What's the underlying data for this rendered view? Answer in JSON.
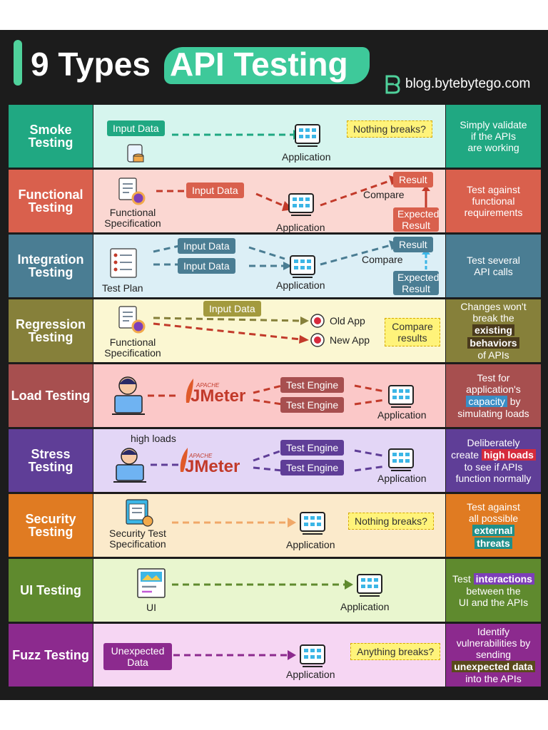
{
  "header": {
    "title_prefix": "9 Types",
    "title_highlight": "API Testing",
    "brand": "blog.bytebytego.com"
  },
  "colors": {
    "smoke": "#20a882",
    "functional": "#d9604d",
    "integration": "#4a7d93",
    "regression": "#86803a",
    "load": "#a74f4f",
    "stress": "#5f3e97",
    "security": "#e07b22",
    "ui": "#5f8a2e",
    "fuzz": "#8c2a8e"
  },
  "rows": [
    {
      "name": "Smoke Testing",
      "desc": [
        "Simply validate",
        "if the APIs",
        "are working"
      ],
      "input": "Input Data",
      "app": "Application",
      "note": "Nothing breaks?"
    },
    {
      "name": "Functional Testing",
      "desc": [
        "Test against",
        "functional",
        "requirements"
      ],
      "spec": "Functional Specification",
      "input": "Input Data",
      "app": "Application",
      "compare": "Compare",
      "result": "Result",
      "expected": "Expected Result"
    },
    {
      "name": "Integration Testing",
      "desc": [
        "Test several",
        "API calls"
      ],
      "plan": "Test Plan",
      "input1": "Input Data",
      "input2": "Input Data",
      "app": "Application",
      "compare": "Compare",
      "result": "Result",
      "expected": "Expected Result"
    },
    {
      "name": "Regression Testing",
      "desc_pre": [
        "Changes won't",
        "break the"
      ],
      "desc_hl": [
        "existing",
        "behaviors"
      ],
      "desc_post": "of APIs",
      "spec": "Functional Specification",
      "input": "Input Data",
      "old_app": "Old App",
      "new_app": "New App",
      "note": "Compare results"
    },
    {
      "name": "Load Testing",
      "desc_pre": [
        "Test for",
        "application's"
      ],
      "desc_hl": "capacity",
      "desc_hl_after": "by",
      "desc_post": "simulating loads",
      "tool": "JMeter",
      "tool_small": "APACHE",
      "engine1": "Test Engine",
      "engine2": "Test Engine",
      "app": "Application"
    },
    {
      "name": "Stress Testing",
      "desc_pre": "Deliberately",
      "desc_hl_before": "create",
      "desc_hl": "high loads",
      "desc_post": [
        "to see if APIs",
        "function normally"
      ],
      "user_label": "high loads",
      "tool": "JMeter",
      "tool_small": "APACHE",
      "engine1": "Test Engine",
      "engine2": "Test Engine",
      "app": "Application"
    },
    {
      "name": "Security Testing",
      "desc_pre": [
        "Test against",
        "all possible"
      ],
      "desc_hl": [
        "external",
        "threats"
      ],
      "spec": "Security Test Specification",
      "app": "Application",
      "note": "Nothing breaks?"
    },
    {
      "name": "UI Testing",
      "desc_hl_before": "Test",
      "desc_hl": "interactions",
      "desc_post": [
        "between the",
        "UI and the APIs"
      ],
      "ui": "UI",
      "app": "Application"
    },
    {
      "name": "Fuzz Testing",
      "desc_pre": [
        "Identify",
        "vulnerabilities by",
        "sending"
      ],
      "desc_hl": "unexpected data",
      "desc_post": "into the APIs",
      "input": "Unexpected Data",
      "app": "Application",
      "note": "Anything breaks?"
    }
  ]
}
